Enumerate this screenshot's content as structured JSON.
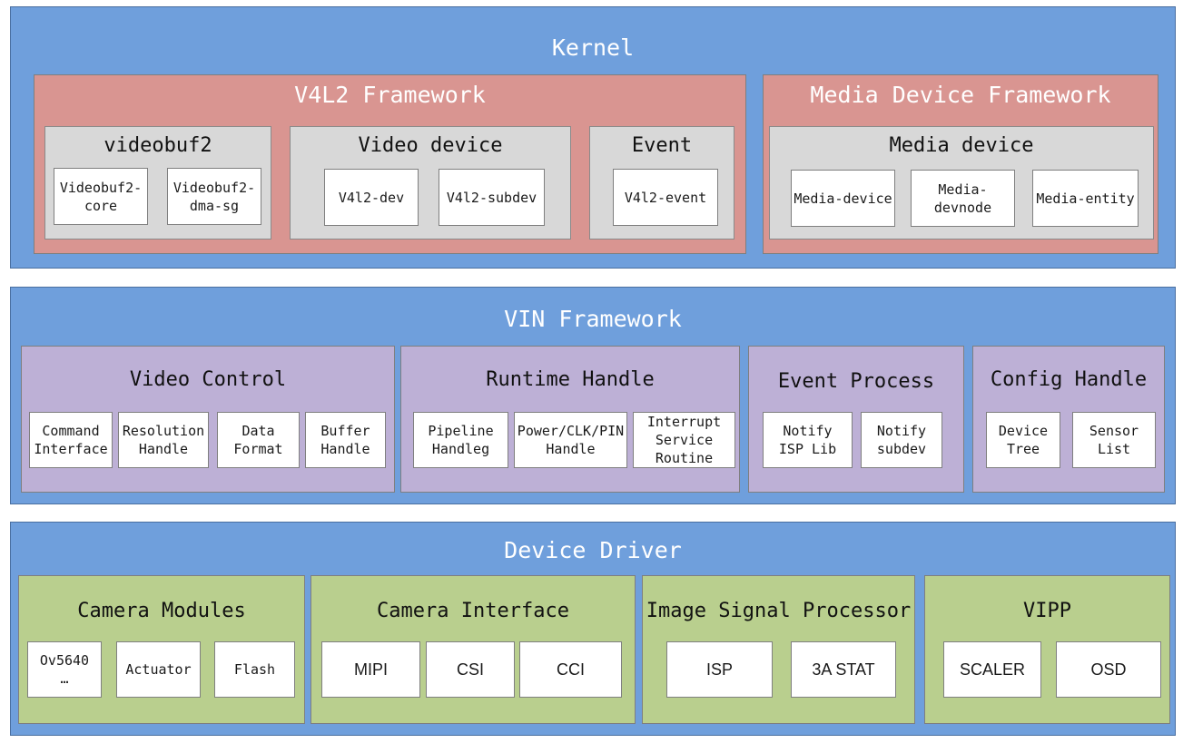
{
  "kernel": {
    "title": "Kernel",
    "v4l2": {
      "title": "V4L2 Framework",
      "videobuf2": {
        "title": "videobuf2",
        "items": [
          "Videobuf2-\ncore",
          "Videobuf2-\ndma-sg"
        ]
      },
      "video_device": {
        "title": "Video device",
        "items": [
          "V4l2-dev",
          "V4l2-subdev"
        ]
      },
      "event": {
        "title": "Event",
        "items": [
          "V4l2-event"
        ]
      }
    },
    "media": {
      "title": "Media Device Framework",
      "media_device": {
        "title": "Media device",
        "items": [
          "Media-device",
          "Media-\ndevnode",
          "Media-entity"
        ]
      }
    }
  },
  "vin": {
    "title": "VIN Framework",
    "video_control": {
      "title": "Video Control",
      "items": [
        "Command\nInterface",
        "Resolution\nHandle",
        "Data\nFormat",
        "Buffer\nHandle"
      ]
    },
    "runtime_handle": {
      "title": "Runtime Handle",
      "items": [
        "Pipeline\nHandleg",
        "Power/CLK/PIN\nHandle",
        "Interrupt\nService\nRoutine"
      ]
    },
    "event_process": {
      "title": "Event Process",
      "items": [
        "Notify\nISP Lib",
        "Notify\nsubdev"
      ]
    },
    "config_handle": {
      "title": "Config Handle",
      "items": [
        "Device\nTree",
        "Sensor\nList"
      ]
    }
  },
  "device_driver": {
    "title": "Device Driver",
    "camera_modules": {
      "title": "Camera Modules",
      "items": [
        "Ov5640\n…",
        "Actuator",
        "Flash"
      ]
    },
    "camera_interface": {
      "title": "Camera Interface",
      "items": [
        "MIPI",
        "CSI",
        "CCI"
      ]
    },
    "isp_group": {
      "title": "Image Signal Processor",
      "items": [
        "ISP",
        "3A STAT"
      ]
    },
    "vipp": {
      "title": "VIPP",
      "items": [
        "SCALER",
        "OSD"
      ]
    }
  }
}
